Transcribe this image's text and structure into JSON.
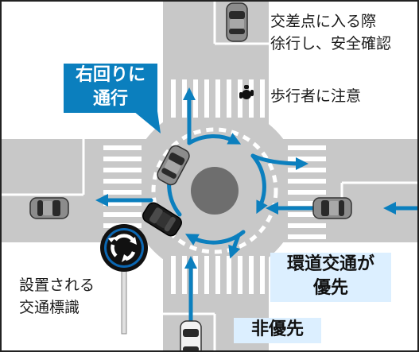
{
  "labels": {
    "intersection_caution_line1": "交差点に入る際",
    "intersection_caution_line2": "徐行し、安全確認",
    "pedestrian_caution": "歩行者に注意",
    "clockwise_line1": "右回りに",
    "clockwise_line2": "通行",
    "priority_line1": "環道交通が",
    "priority_line2": "優先",
    "non_priority": "非優先",
    "sign_caption_line1": "設置される",
    "sign_caption_line2": "交通標識"
  },
  "colors": {
    "road": "#c8c8c8",
    "sidewalk": "#ffffff",
    "island": "#6e6e6e",
    "arrow": "#0b7fbe",
    "callout_blue": "#0b7fbe",
    "callout_light": "#dcefff",
    "sign_blue": "#0b67b3",
    "sign_dark": "#111111"
  },
  "icons": {
    "roundabout_sign": "roundabout-sign-icon",
    "pedestrian": "pedestrian-icon",
    "car": "car-icon"
  }
}
